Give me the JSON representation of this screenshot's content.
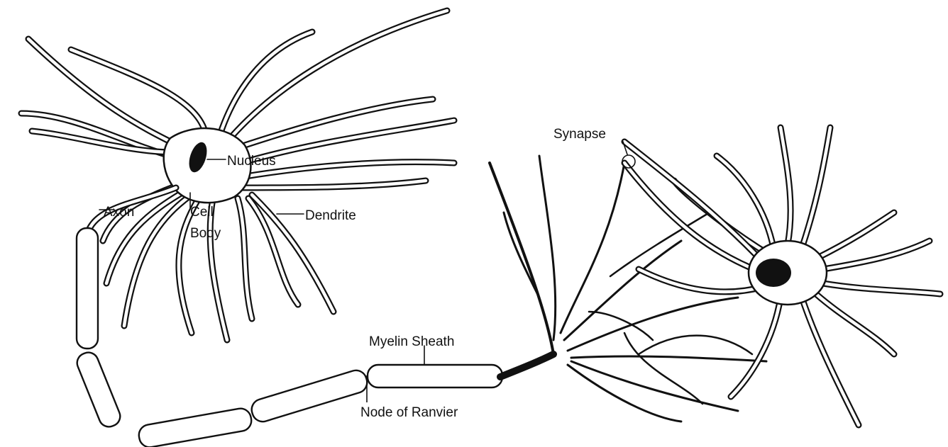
{
  "labels": {
    "nucleus": "Nucleus",
    "axon": "Axon",
    "cell_body_line1": "Cell",
    "cell_body_line2": "Body",
    "dendrite": "Dendrite",
    "myelin_sheath": "Myelin Sheath",
    "node_of_ranvier": "Node of Ranvier",
    "synapse": "Synapse"
  }
}
